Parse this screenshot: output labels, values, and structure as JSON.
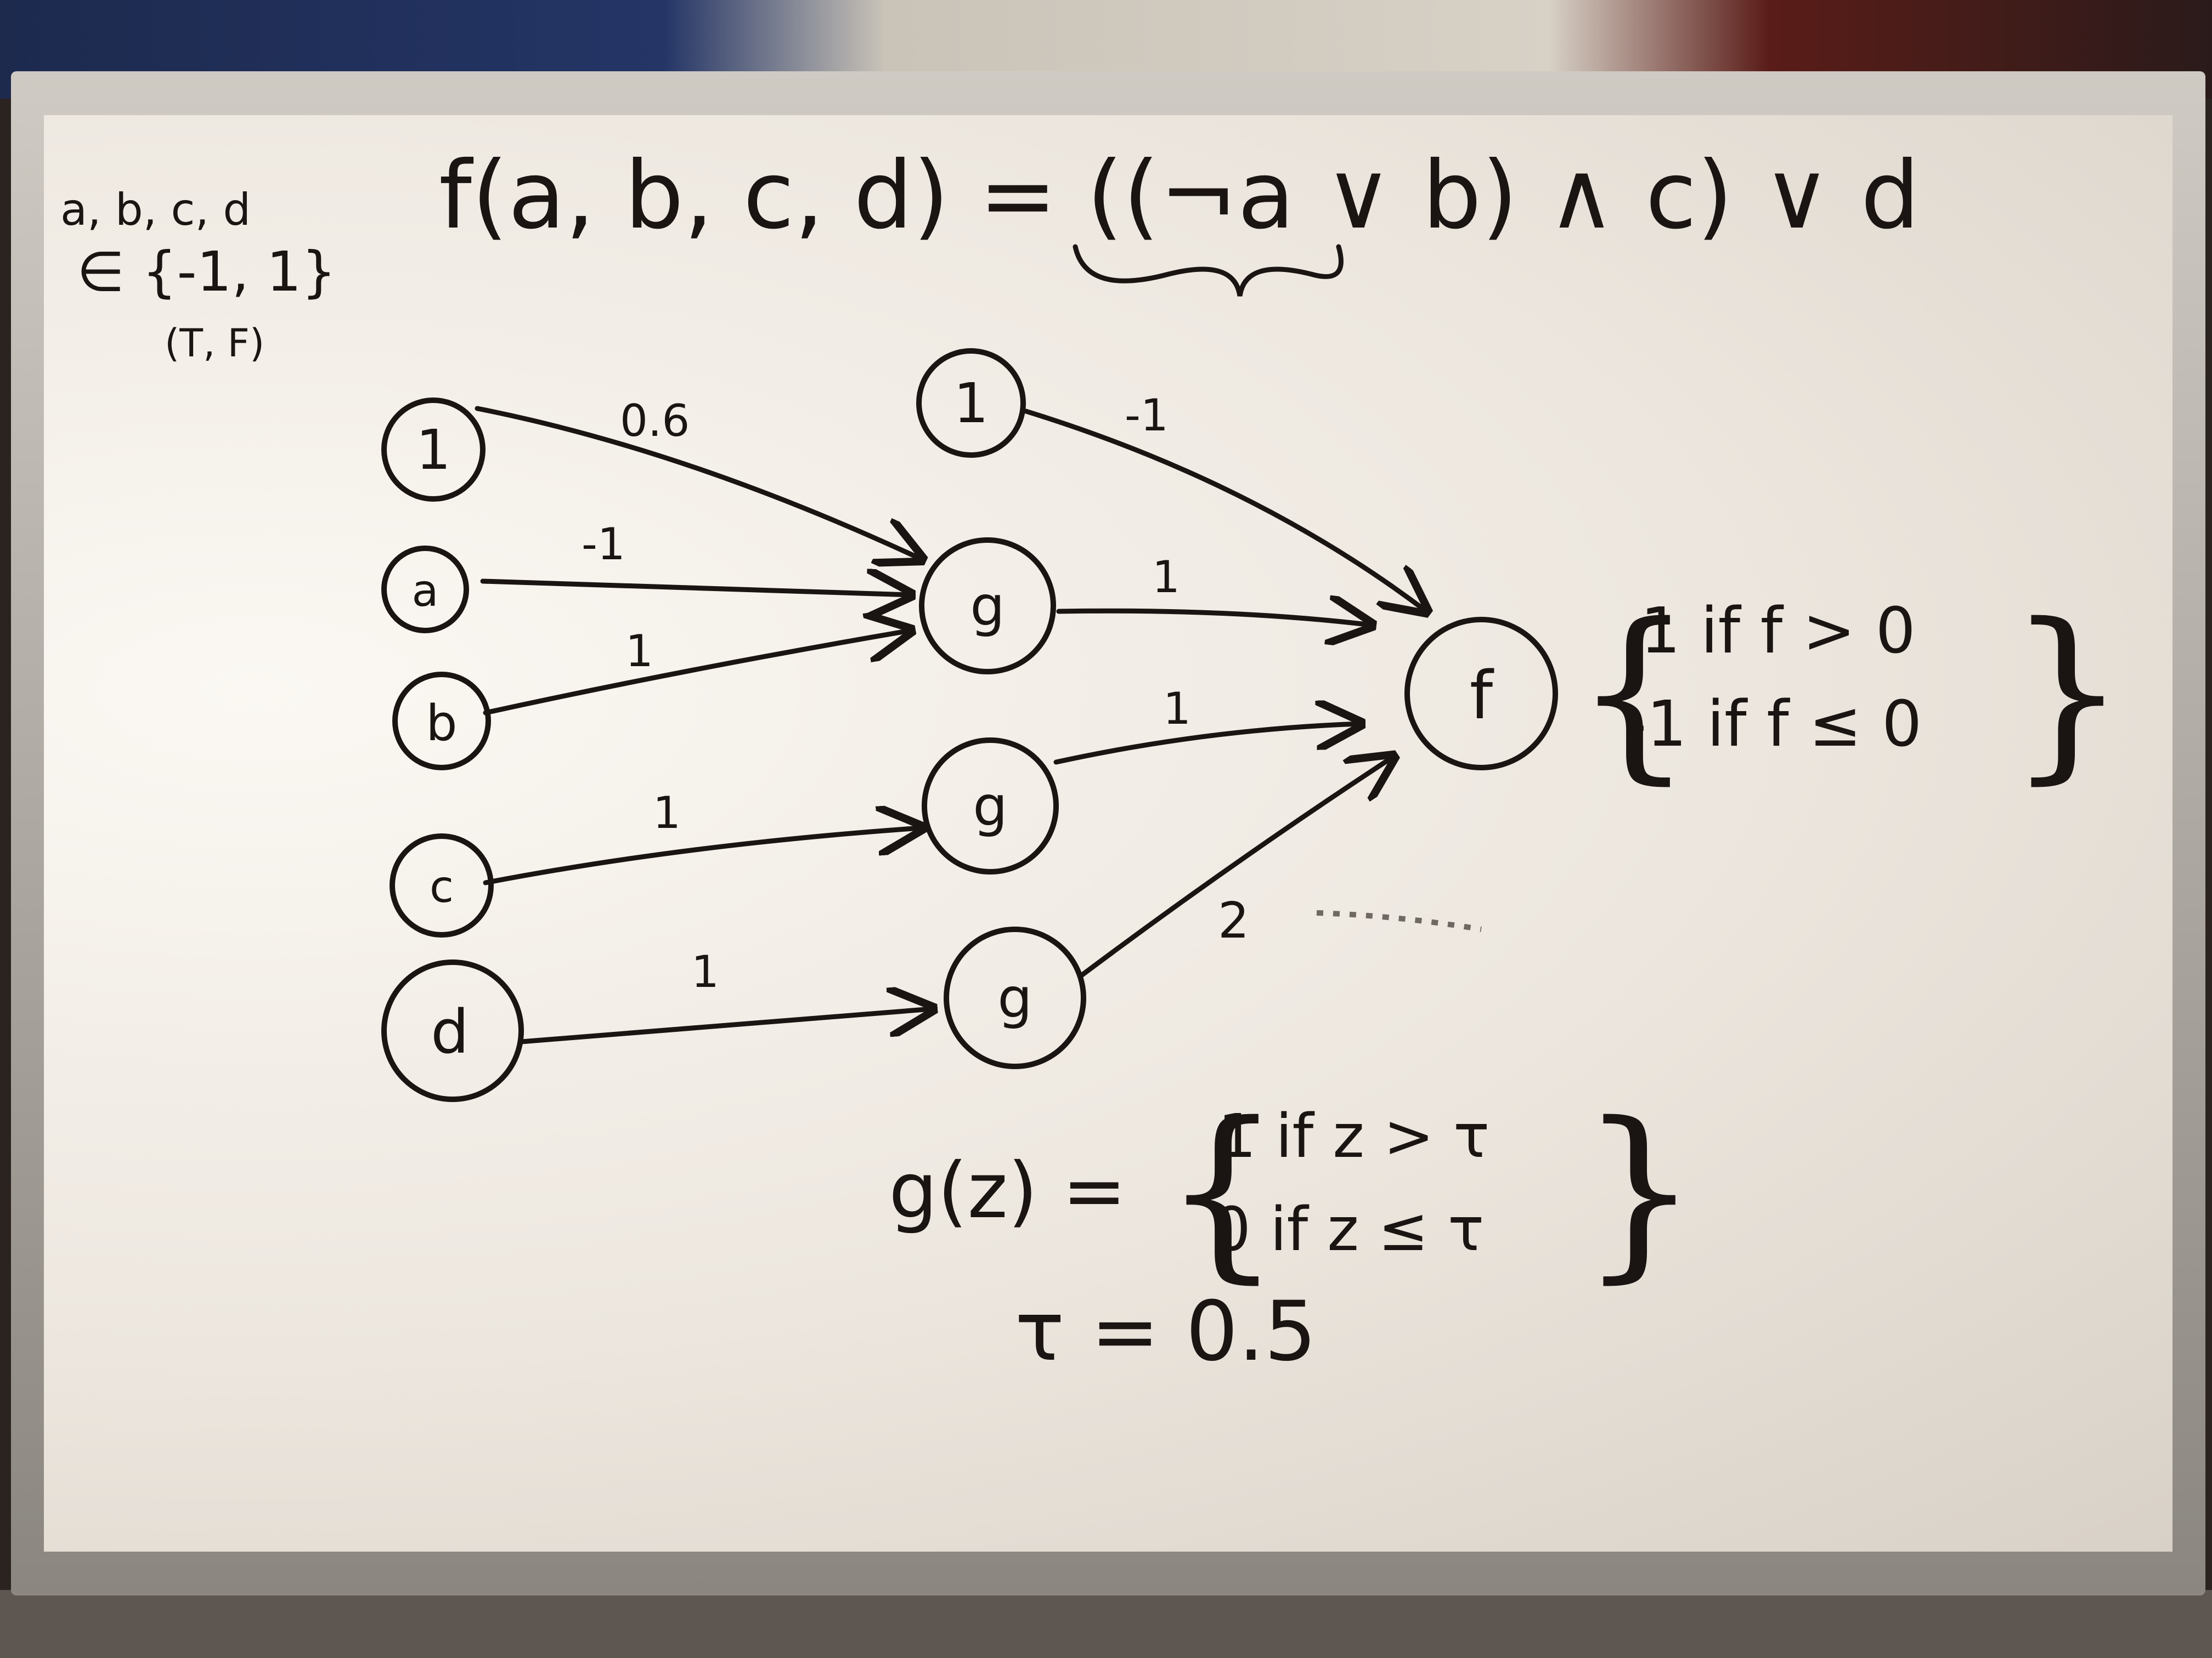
{
  "formula": "f(a, b, c, d) = ((¬a ∨ b) ∧ c) ∨ d",
  "domain_note": {
    "vars": "a, b, c, d",
    "set": "∈ {-1, 1}",
    "mapping": "(T, F)"
  },
  "nodes": {
    "bias_in": "1",
    "a": "a",
    "b": "b",
    "c": "c",
    "d": "d",
    "bias_hidden": "1",
    "g1": "g",
    "g2": "g",
    "g3": "g",
    "out": "f"
  },
  "weights": {
    "bias_to_g1": "0.6",
    "a_to_g1": "-1",
    "b_to_g1": "1",
    "c_to_g2": "1",
    "d_to_g3": "1",
    "bias_to_f": "-1",
    "g1_to_f": "1",
    "g2_to_f": "1",
    "g3_to_f": "2"
  },
  "f_output": {
    "line1": "1 if f > 0",
    "line2": "-1 if f ≤ 0"
  },
  "g_def": {
    "lhs": "g(z) =",
    "line1": "1 if z > τ",
    "line2": "0 if z ≤ τ"
  },
  "tau": "τ = 0.5"
}
